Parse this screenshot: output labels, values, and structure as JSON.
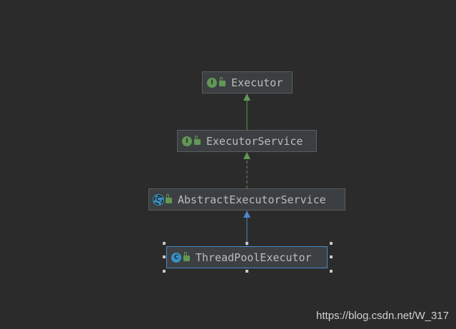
{
  "diagram": {
    "nodes": [
      {
        "id": "executor",
        "name": "Executor",
        "kind": "interface",
        "badge": "I"
      },
      {
        "id": "executor-service",
        "name": "ExecutorService",
        "kind": "interface",
        "badge": "I"
      },
      {
        "id": "abstract-executor-service",
        "name": "AbstractExecutorService",
        "kind": "abstract-class",
        "badge": "C"
      },
      {
        "id": "thread-pool-executor",
        "name": "ThreadPoolExecutor",
        "kind": "class",
        "badge": "C",
        "selected": true
      }
    ],
    "edges": [
      {
        "from": "executor-service",
        "to": "executor",
        "type": "extends",
        "style": "solid",
        "color": "#629755"
      },
      {
        "from": "abstract-executor-service",
        "to": "executor-service",
        "type": "implements",
        "style": "dashed",
        "color": "#629755"
      },
      {
        "from": "thread-pool-executor",
        "to": "abstract-executor-service",
        "type": "extends",
        "style": "solid",
        "color": "#4a88c7"
      }
    ]
  },
  "colors": {
    "background": "#2b2b2b",
    "interface_icon": "#629755",
    "class_icon": "#3592c4",
    "selection": "#4a88c7"
  },
  "watermark": "https://blog.csdn.net/W_317"
}
